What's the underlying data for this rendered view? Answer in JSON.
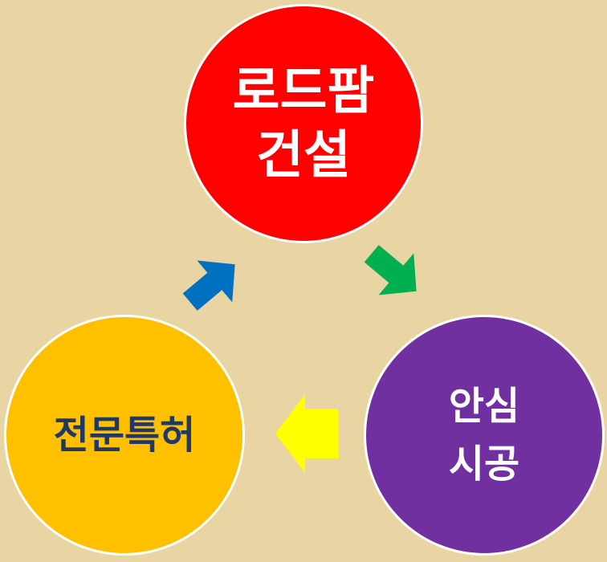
{
  "nodes": [
    {
      "id": "top",
      "lines": [
        "로드팜",
        "건설"
      ],
      "fill": "#ff0000",
      "text_color": "#ffffff"
    },
    {
      "id": "right",
      "lines": [
        "안심",
        "시공"
      ],
      "fill": "#7030a0",
      "text_color": "#ffffff"
    },
    {
      "id": "left",
      "lines": [
        "전문특허"
      ],
      "fill": "#ffc000",
      "text_color": "#1f3864"
    }
  ],
  "arrows": [
    {
      "id": "top-to-right",
      "color": "#00b050",
      "direction": "down-right"
    },
    {
      "id": "right-to-left",
      "color": "#ffff00",
      "direction": "left"
    },
    {
      "id": "left-to-top",
      "color": "#0070c0",
      "direction": "up-right"
    }
  ],
  "background": "#e8d5a3"
}
